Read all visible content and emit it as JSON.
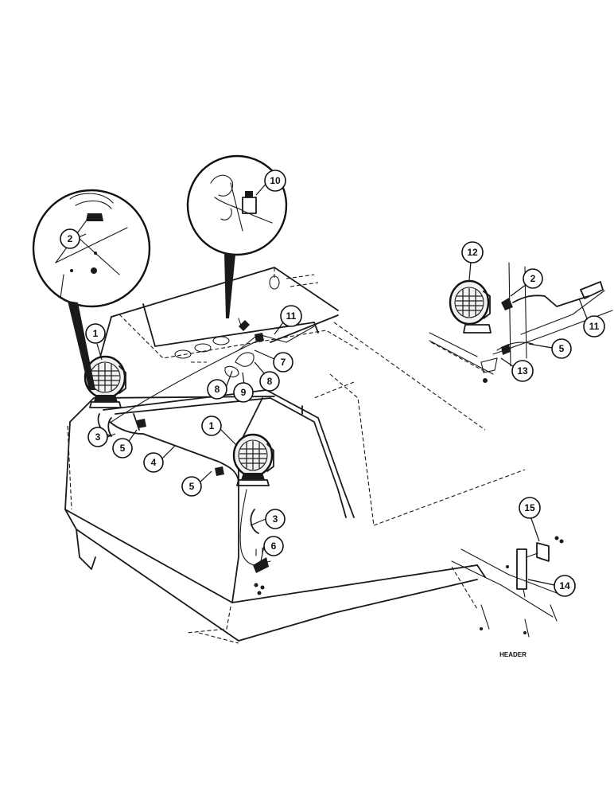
{
  "callouts": {
    "inset_left_2": "2",
    "inset_top_10": "10",
    "main_1_left": "1",
    "main_1_right": "1",
    "main_3_left": "3",
    "main_3_right": "3",
    "main_4": "4",
    "main_5_left": "5",
    "main_5_right": "5",
    "main_6": "6",
    "main_7": "7",
    "main_8_left": "8",
    "main_8_right": "8",
    "main_9": "9",
    "main_11": "11",
    "side_12": "12",
    "side_2": "2",
    "side_11": "11",
    "side_5": "5",
    "side_13": "13",
    "bracket_15": "15",
    "bracket_14": "14"
  },
  "captions": {
    "header": "HEADER"
  }
}
